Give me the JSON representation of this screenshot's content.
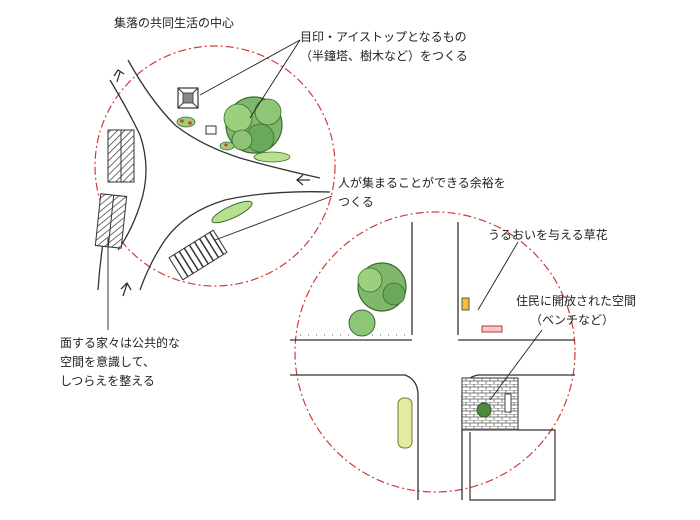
{
  "top_label": "集落の共同生活の中心",
  "landmark_note": {
    "line1": "目印・アイストップとなるもの",
    "line2": "（半鐘塔、樹木など）をつくる"
  },
  "gathering_note": {
    "line1": "人が集まることができる余裕を",
    "line2": "つくる"
  },
  "facade_note": {
    "line1": "面する家々は公共的な",
    "line2": "空間を意識して、",
    "line3": "しつらえを整える"
  },
  "flowers_note": "うるおいを与える草花",
  "open_space_note": {
    "line1": "住民に開放された空間",
    "line2": "（ベンチなど）"
  }
}
